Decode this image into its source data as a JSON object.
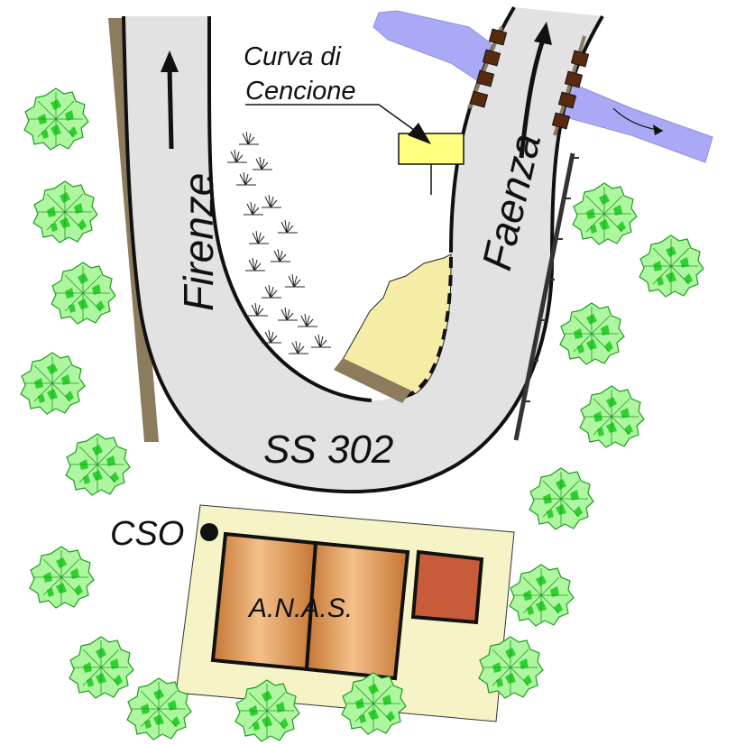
{
  "labels": {
    "curve_line1": "Curva di",
    "curve_line2": "Cencione",
    "road_left": "Firenze",
    "road_right": "Faenza",
    "road_name": "SS 302",
    "cso": "CSO",
    "building": "A.N.A.S."
  },
  "colors": {
    "road_fill": "#e2e2e2",
    "road_edge": "#111111",
    "river": "#a9a9f5",
    "sign": "#ffff80",
    "landslide": "#f5eca6",
    "wall": "#8c7b5c",
    "yard": "#f6f3c6",
    "building_copper": "#d98c4a",
    "annex": "#c85c3a",
    "tree_light": "#aef7a0",
    "tree_dark": "#2fcf2f",
    "guardrail": "#333333"
  },
  "icons": {
    "tree": "bush-icon",
    "arrow": "direction-arrow-icon",
    "rail": "railway-sleeper-icon",
    "cso_point": "cso-dot-icon"
  }
}
